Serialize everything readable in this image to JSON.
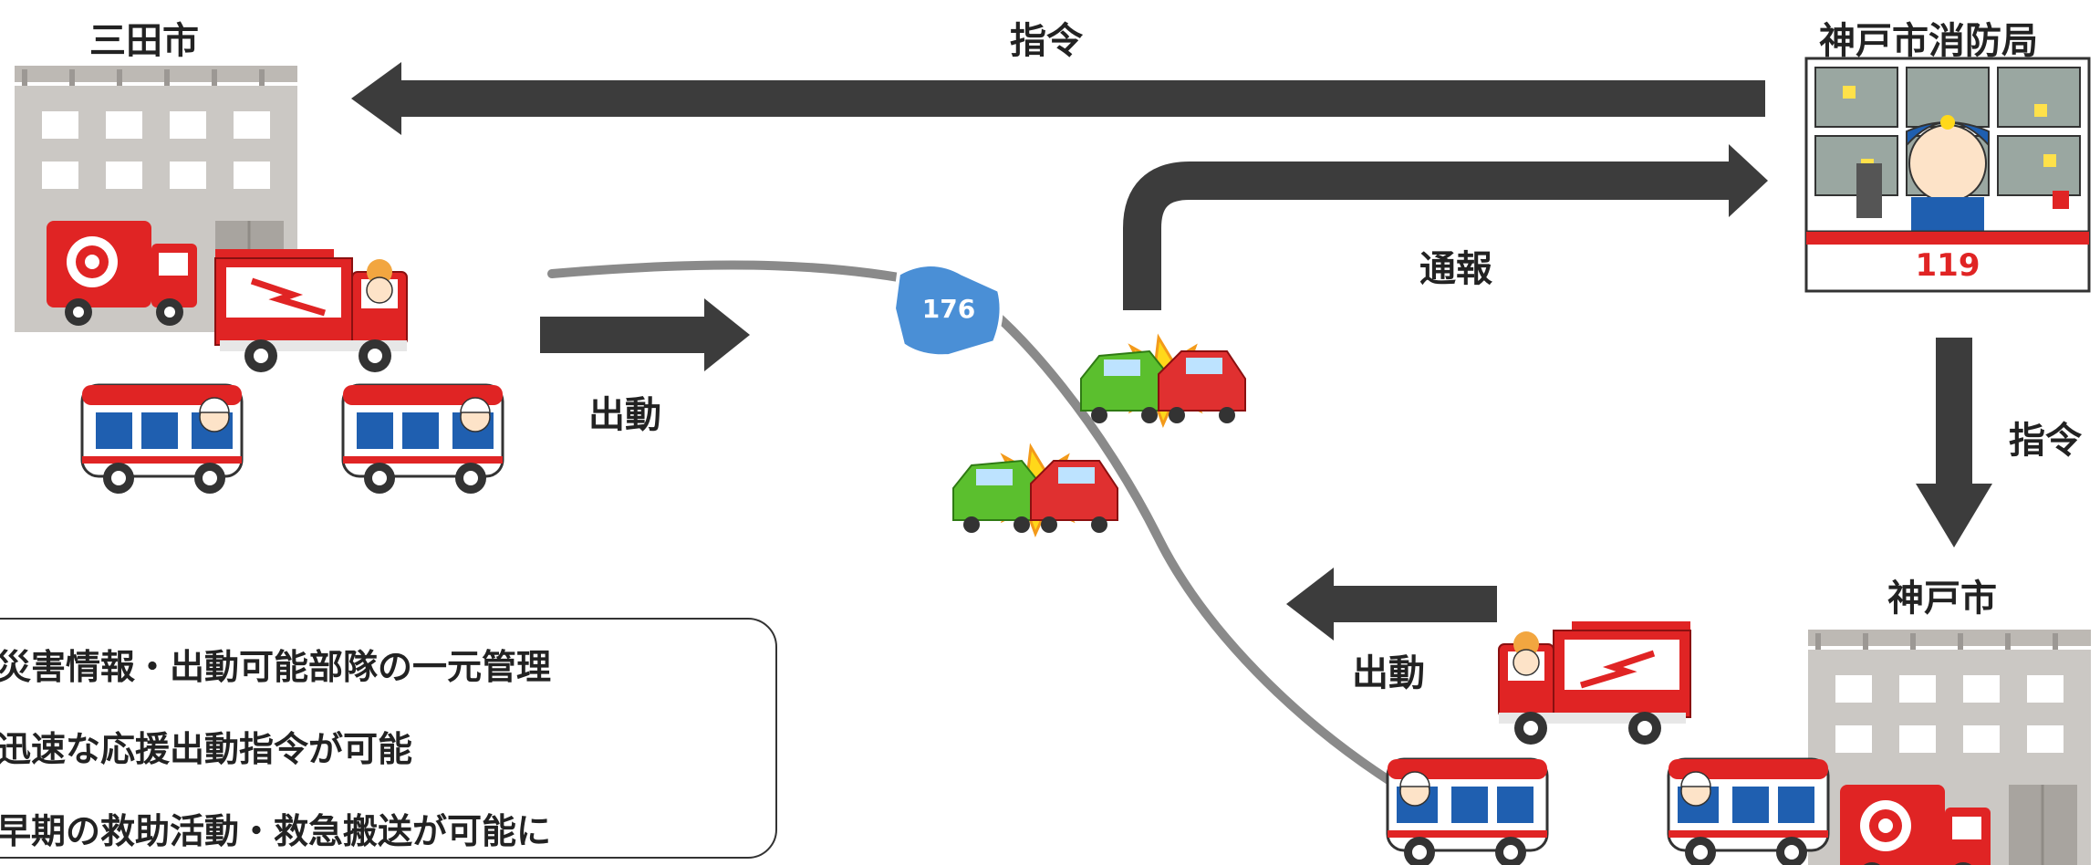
{
  "labels": {
    "sanda_city": "三田市",
    "kobe_fire_bureau": "神戸市消防局",
    "kobe_city": "神戸市",
    "command_top": "指令",
    "command_right": "指令",
    "report": "通報",
    "dispatch_left": "出動",
    "dispatch_right": "出動",
    "route_number": "176",
    "phone_119": "119"
  },
  "info_box": {
    "lines": [
      "災害情報・出動可能部隊の一元管理",
      "迅速な応援出動指令が可能",
      "早期の救助活動・救急搬送が可能に"
    ]
  },
  "colors": {
    "arrow": "#3c3c3c",
    "road": "#8a8a8a",
    "route_sign": "#4a8fd6",
    "building": "#c9c6c2",
    "fire_red": "#e02424",
    "car_green": "#5bbf2e",
    "car_red": "#e03030",
    "ambulance_blue": "#1f5fb0"
  },
  "icons": {
    "sanda_station": "fire-station-icon",
    "kobe_station": "fire-station-icon",
    "dispatcher": "dispatcher-icon",
    "fire_truck": "fire-truck-icon",
    "ambulance": "ambulance-icon",
    "crashed_cars": "car-crash-icon"
  }
}
